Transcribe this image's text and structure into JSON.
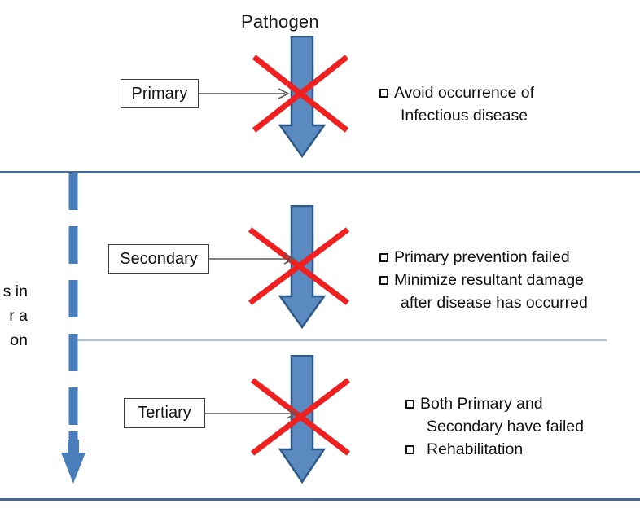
{
  "diagram": {
    "title": "Pathogen",
    "type": "levels-of-prevention",
    "colors": {
      "arrow_fill": "#5b8ac0",
      "arrow_stroke": "#2e5a88",
      "cross_red": "#ee2020",
      "scope_border": "#4a6b9a",
      "dashed_line": "#4a7ebb",
      "divider": "#a7c1e0",
      "text": "#111111",
      "connector_grey": "#5a5a5a"
    },
    "left_caption": {
      "clipped": true,
      "lines": [
        "s in",
        "r a",
        "on"
      ]
    },
    "levels": [
      {
        "id": "primary",
        "label": "Primary",
        "pathogen_label": "Pathogen",
        "blocked": true,
        "bullets": [
          {
            "marker": "square",
            "lines": [
              "Avoid occurrence of",
              "Infectious disease"
            ]
          }
        ]
      },
      {
        "id": "secondary",
        "label": "Secondary",
        "blocked": true,
        "bullets": [
          {
            "marker": "square",
            "lines": [
              "Primary prevention failed"
            ]
          },
          {
            "marker": "square",
            "lines": [
              "Minimize resultant damage",
              "after disease has occurred"
            ]
          }
        ]
      },
      {
        "id": "tertiary",
        "label": "Tertiary",
        "blocked": true,
        "bullets": [
          {
            "marker": "square",
            "lines": [
              "Both Primary and",
              "Secondary have failed"
            ]
          },
          {
            "marker": "square",
            "lines": [
              "Rehabilitation"
            ],
            "indented": true
          }
        ]
      }
    ]
  }
}
